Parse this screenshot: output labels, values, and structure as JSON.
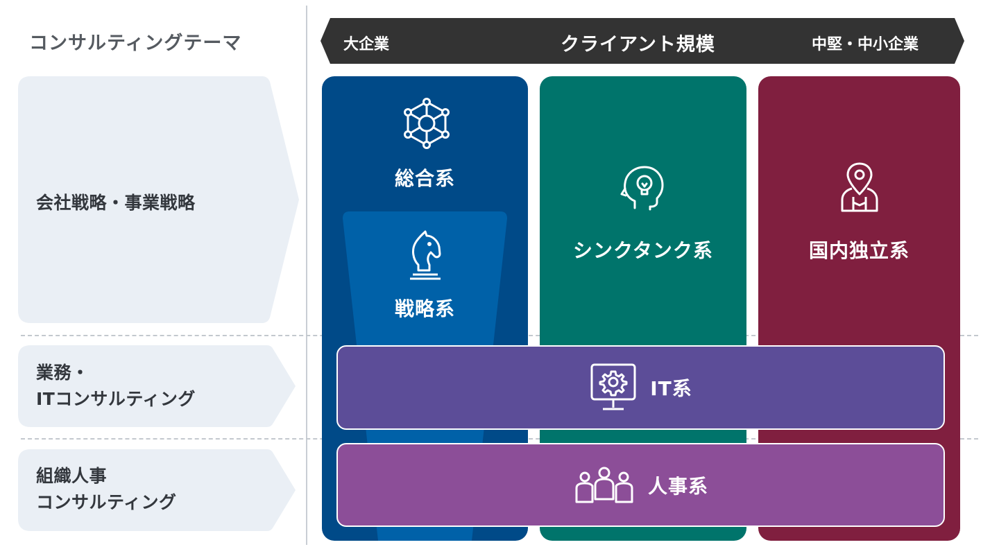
{
  "themes": {
    "heading": "コンサルティングテーマ",
    "rows": [
      {
        "line1": "会社戦略・事業戦略",
        "line2": ""
      },
      {
        "line1": "業務・",
        "line2": "ITコンサルティング"
      },
      {
        "line1": "組織人事",
        "line2": "コンサルティング"
      }
    ]
  },
  "client_scale": {
    "left": "大企業",
    "center": "クライアント規模",
    "right": "中堅・中小企業"
  },
  "columns": {
    "general": "総合系",
    "strategy": "戦略系",
    "thinktank": "シンクタンク系",
    "independent": "国内独立系"
  },
  "bands": {
    "it": "IT系",
    "hr": "人事系"
  },
  "colors": {
    "blue": "#004a88",
    "blue_light": "#0061a8",
    "green": "#00746b",
    "red": "#801f3f",
    "purple_it": "#5c4d98",
    "purple_hr": "#8c4e98",
    "topbar": "#333333"
  },
  "icons": {
    "general": "network-hexagon-icon",
    "strategy": "chess-knight-icon",
    "thinktank": "head-lightbulb-icon",
    "independent": "person-location-pin-icon",
    "it": "monitor-gear-icon",
    "hr": "people-group-icon"
  }
}
